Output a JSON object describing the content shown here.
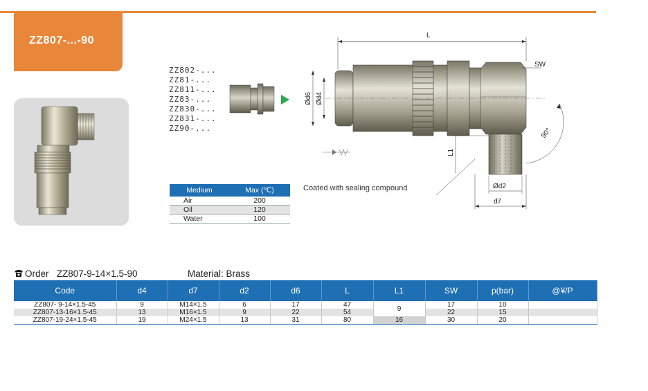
{
  "header": {
    "title": "ZZ807-...-90"
  },
  "compatible": [
    "ZZ802-...",
    "ZZ81-...",
    "ZZ811-...",
    "ZZ83-...",
    "ZZ830-...",
    "ZZ831-...",
    "ZZ90-..."
  ],
  "drawing": {
    "L": "L",
    "SW": "SW",
    "d6": "Ød6",
    "d4": "Ød4",
    "L1": "L1",
    "d2": "Ød2",
    "d7": "d7",
    "angle": "90°"
  },
  "medium_table": {
    "headers": [
      "Medium",
      "Max (℃)"
    ],
    "rows": [
      [
        "Air",
        "200"
      ],
      [
        "Oil",
        "120"
      ],
      [
        "Water",
        "100"
      ]
    ]
  },
  "note": "Coated with sealing compound",
  "order": {
    "label": "Order",
    "code": "ZZ807-9-14×1.5-90"
  },
  "material": "Material: Brass",
  "spec_table": {
    "headers": [
      "Code",
      "d4",
      "d7",
      "d2",
      "d6",
      "L",
      "L1",
      "SW",
      "p(bar)",
      "@¥/P"
    ],
    "rows": [
      [
        "ZZ807- 9-14×1.5-45",
        "9",
        "M14×1.5",
        "6",
        "17",
        "47",
        "9",
        "17",
        "10",
        ""
      ],
      [
        "ZZ807-13-16×1.5-45",
        "13",
        "M16×1.5",
        "9",
        "22",
        "54",
        "",
        "22",
        "15",
        ""
      ],
      [
        "ZZ807-19-24×1.5-45",
        "19",
        "M24×1.5",
        "13",
        "31",
        "80",
        "16",
        "30",
        "20",
        ""
      ]
    ]
  },
  "colors": {
    "accent_orange": "#e8873a",
    "table_blue": "#1f6fb4",
    "arrow_green": "#2aa84a"
  }
}
